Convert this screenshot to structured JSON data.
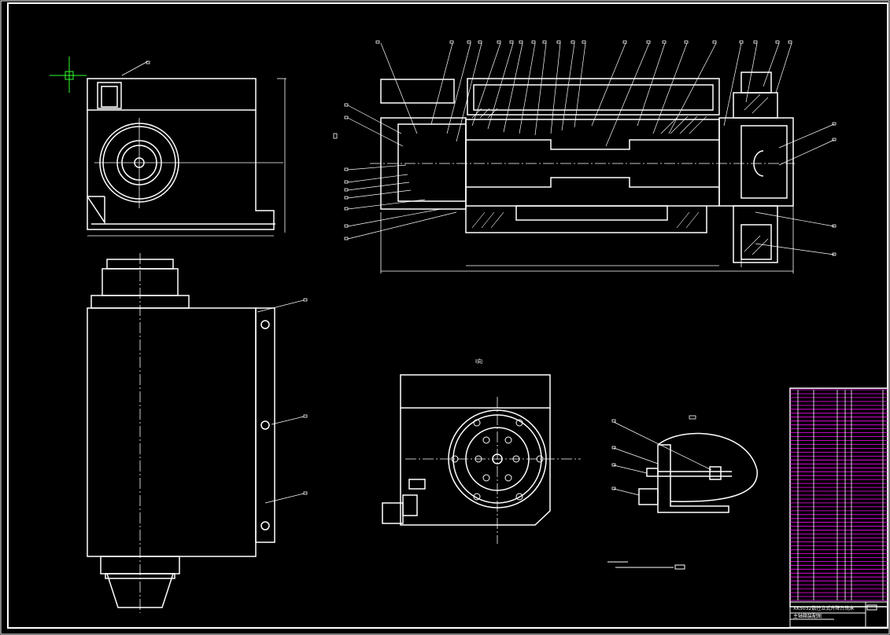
{
  "drawing": {
    "section_label": "I向",
    "detail_label": "",
    "title_line_1": "XK5032数控立式升降台铣床",
    "title_line_2": "主轴箱装配图"
  },
  "colors": {
    "background": "#000000",
    "line": "#ffffff",
    "crosshair": "#00ff00",
    "bom_table": "#ff00ff"
  }
}
